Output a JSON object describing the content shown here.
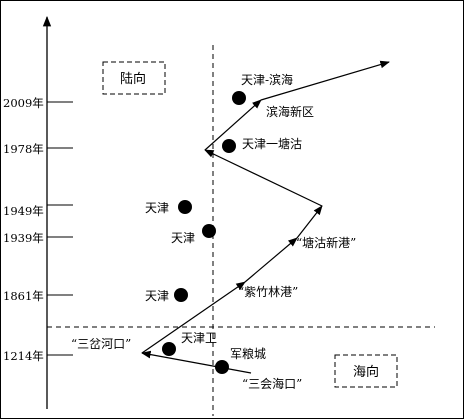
{
  "years": [
    "2009年",
    "1978年",
    "1949年",
    "1939年",
    "1861年",
    "1214年"
  ],
  "regions": {
    "land": "陆向",
    "sea": "海向"
  },
  "places": [
    {
      "name": "天津-滨海"
    },
    {
      "name": "滨海新区"
    },
    {
      "name": "天津一塘沽"
    },
    {
      "name": "天津"
    },
    {
      "name": "天津"
    },
    {
      "name": "“塘沽新港”"
    },
    {
      "name": "天津"
    },
    {
      "name": "“紫竹林港”"
    },
    {
      "name": "天津卫"
    },
    {
      "name": "“三岔河口”"
    },
    {
      "name": "军粮城"
    },
    {
      "name": "“三会海口”"
    }
  ]
}
